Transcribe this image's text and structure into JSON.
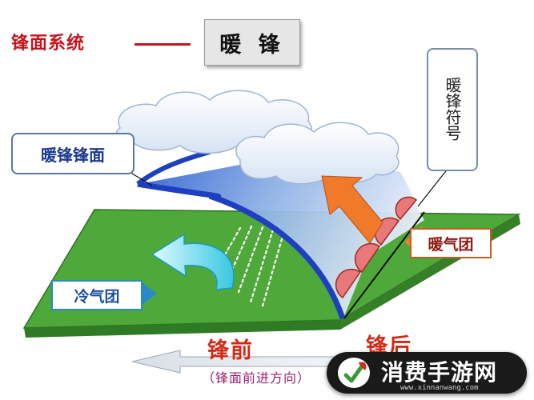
{
  "header": {
    "system_title": "锋面系统",
    "front_type": "暖 锋"
  },
  "labels": {
    "front_surface": "暖锋锋面",
    "front_symbol": "暖锋符号",
    "warm_air_mass": "暖气团",
    "cold_air_mass": "冷气团",
    "ahead_of_front": "锋前",
    "behind_front": "锋后",
    "movement_direction": "（锋面前进方向）"
  },
  "watermark": {
    "brand": "消费手游网",
    "url": "www.xinnanwang.com",
    "logo_icon": "leaf-check-icon"
  },
  "colors": {
    "title_red": "#c4151c",
    "ground_green": "#4fa83a",
    "front_blue": "#2a55c8",
    "warm_arrow": "#f07a2a",
    "cold_arrow": "#3bd0e6",
    "front_symbol_fill": "#e8787a"
  }
}
